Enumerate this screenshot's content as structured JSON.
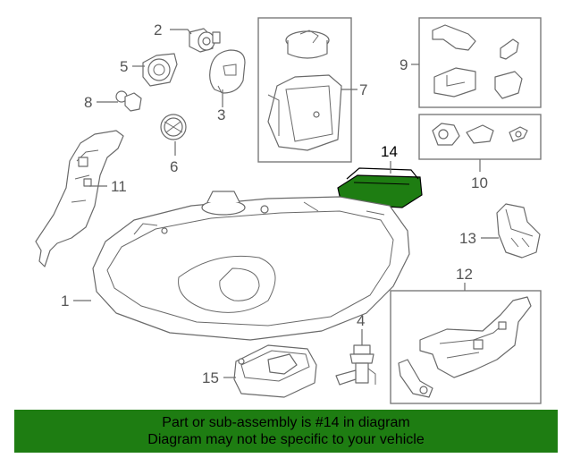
{
  "diagram": {
    "callouts": {
      "c1": "1",
      "c2": "2",
      "c3": "3",
      "c4": "4",
      "c5": "5",
      "c6": "6",
      "c7": "7",
      "c8": "8",
      "c9": "9",
      "c10": "10",
      "c11": "11",
      "c12": "12",
      "c13": "13",
      "c14": "14",
      "c15": "15"
    },
    "highlight_part": "14",
    "colors": {
      "highlight_fill": "#1e7d12",
      "banner": "#1e7d12",
      "line": "#6a6a6a"
    }
  },
  "banner": {
    "line1": "Part or sub-assembly is #14 in diagram",
    "line2": "Diagram may not be specific to your vehicle"
  }
}
